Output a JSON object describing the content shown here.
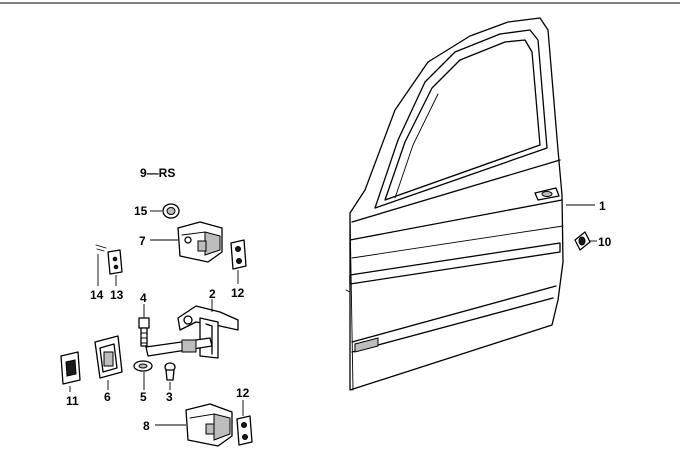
{
  "group_label": "9—RS",
  "labels": {
    "p1": "1",
    "p2": "2",
    "p3": "3",
    "p4": "4",
    "p5": "5",
    "p6": "6",
    "p7": "7",
    "p8": "8",
    "p10": "10",
    "p11": "11",
    "p12a": "12",
    "p12b": "12",
    "p13": "13",
    "p14": "14",
    "p15": "15"
  }
}
